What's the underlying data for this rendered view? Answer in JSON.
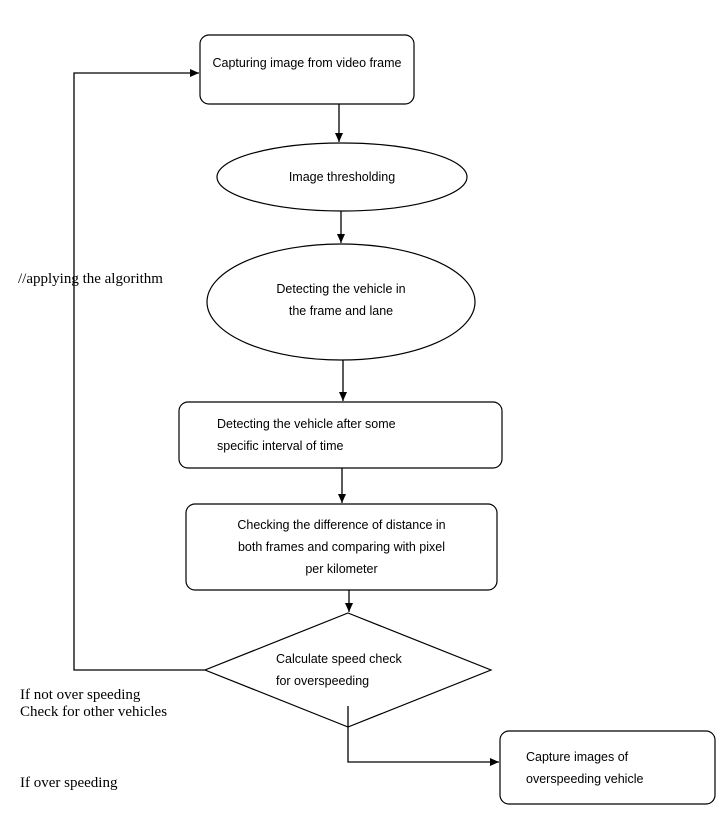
{
  "nodes": {
    "capture": "Capturing image from video frame",
    "threshold": "Image thresholding",
    "detect": "Detecting the vehicle in\nthe frame and lane",
    "detect_after": "Detecting the vehicle after some\nspecific interval of time",
    "checking": "Checking the difference of distance in\nboth frames and comparing with pixel\nper kilometer",
    "decision": "Calculate speed check\nfor overspeeding",
    "capture_over": "Capture images of\noverspeeding vehicle"
  },
  "notes": {
    "algorithm": "//applying the algorithm",
    "not_over_1": "If not over speeding",
    "not_over_2": "Check for other vehicles",
    "over": "If over speeding"
  }
}
